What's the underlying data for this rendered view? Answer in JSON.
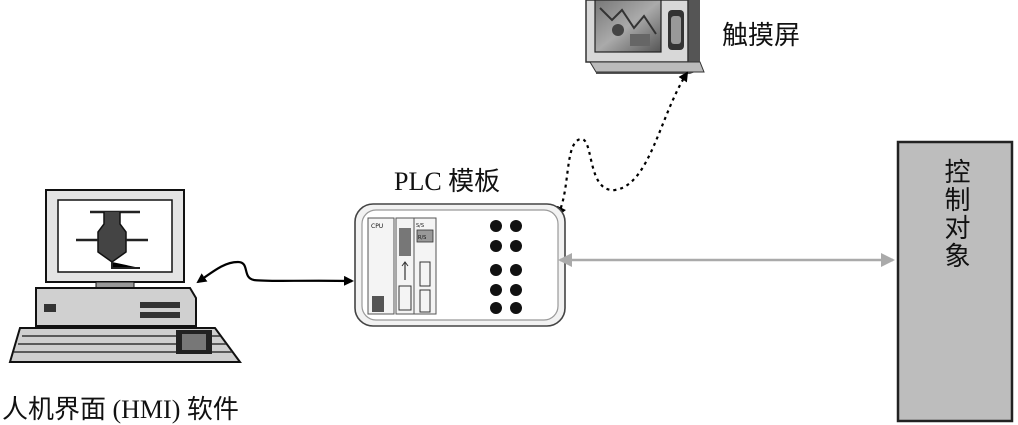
{
  "labels": {
    "touchscreen": "触摸屏",
    "plc_module": "PLC 模板",
    "hmi_software": "人机界面 (HMI) 软件",
    "control_object": "控制对象"
  },
  "plc_chip_labels": {
    "cpu": "CPU",
    "module_a": "S/S",
    "module_b": "R/S"
  },
  "colors": {
    "line": "#000000",
    "gray_link": "#aaaaaa",
    "box_fill": "#bdbdbd",
    "dark": "#222222"
  }
}
